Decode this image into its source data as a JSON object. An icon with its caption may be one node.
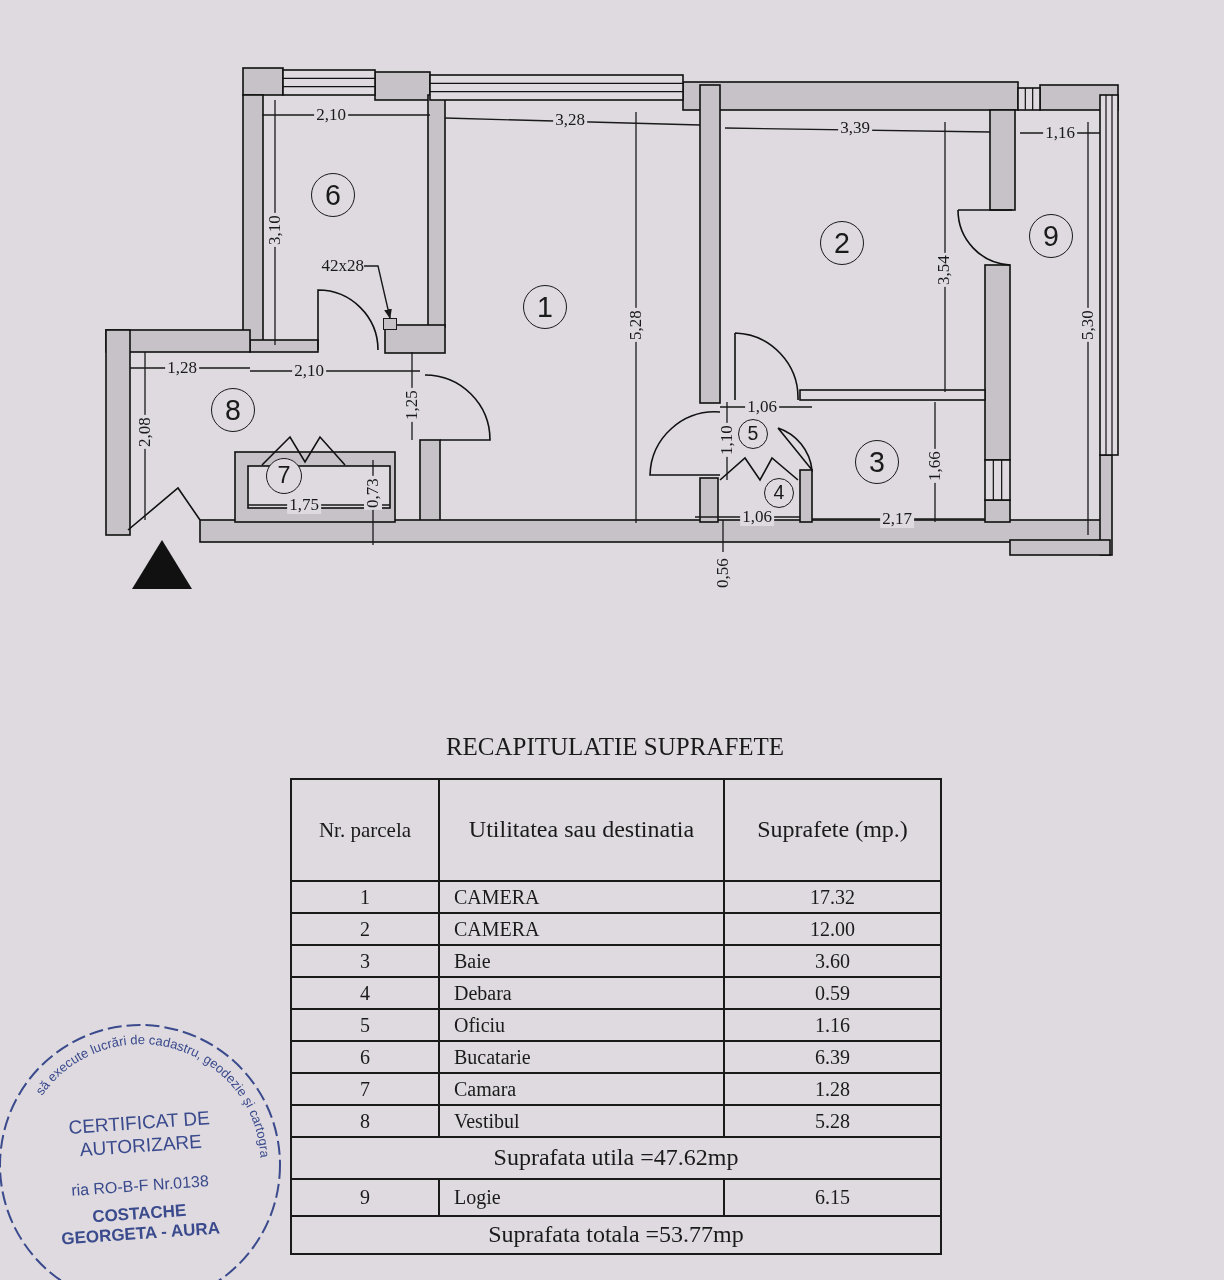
{
  "diagram": {
    "title": "RECAPITULATIE SUPRAFETE",
    "nodes": [
      {
        "text": [
          "1"
        ]
      },
      {
        "text": [
          "2"
        ]
      },
      {
        "text": [
          "3"
        ]
      },
      {
        "text": [
          "4"
        ]
      },
      {
        "text": [
          "5"
        ]
      },
      {
        "text": [
          "6"
        ]
      },
      {
        "text": [
          "7"
        ]
      },
      {
        "text": [
          "8"
        ]
      },
      {
        "text": [
          "9"
        ]
      },
      {
        "text": [
          "42x28"
        ]
      },
      {
        "text": [],
        "shape": "box"
      }
    ],
    "edges": [
      {
        "from": 9,
        "to": 10,
        "arrow": "to"
      }
    ],
    "labels": [
      "2,10",
      "3,28",
      "3,39",
      "1,16",
      "3,10",
      "5,28",
      "3,54",
      "5,30",
      "1,28",
      "2,10",
      "1,25",
      "2,08",
      "1,06",
      "1,10",
      "1,66",
      "1,75",
      "0,73",
      "1,06",
      "2,17",
      "0,56",
      "Nr. parcela",
      "Utilitatea sau destinatia",
      "Suprafete (mp.)",
      "1",
      "CAMERA",
      "17.32",
      "2",
      "CAMERA",
      "12.00",
      "3",
      "Baie",
      "3.60",
      "4",
      "Debara",
      "0.59",
      "5",
      "Oficiu",
      "1.16",
      "6",
      "Bucatarie",
      "6.39",
      "7",
      "Camara",
      "1.28",
      "8",
      "Vestibul",
      "5.28",
      "Suprafata utila =47.62mp",
      "9",
      "Logie",
      "6.15",
      "Suprafata totala =53.77mp",
      "să execute lucrări de cadastru, geodezie şi cartogra",
      "CERTIFICAT DE AUTORIZARE",
      "ria RO-B-F Nr.0138",
      "COSTACHE GEORGETA - AURA"
    ]
  }
}
